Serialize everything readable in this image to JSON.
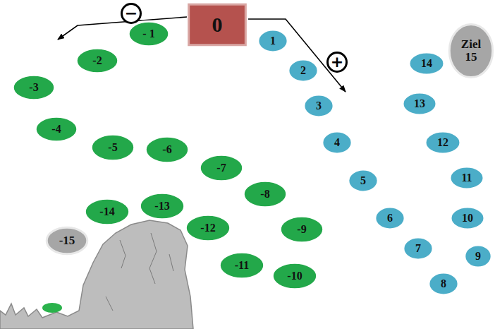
{
  "diagram": {
    "nodes": [
      {
        "text": [
          "0"
        ]
      },
      {
        "text": [
          "1"
        ]
      },
      {
        "text": [
          "2"
        ]
      },
      {
        "text": [
          "3"
        ]
      },
      {
        "text": [
          "4"
        ]
      },
      {
        "text": [
          "5"
        ]
      },
      {
        "text": [
          "6"
        ]
      },
      {
        "text": [
          "7"
        ]
      },
      {
        "text": [
          "8"
        ]
      },
      {
        "text": [
          "9"
        ]
      },
      {
        "text": [
          "10"
        ]
      },
      {
        "text": [
          "11"
        ]
      },
      {
        "text": [
          "12"
        ]
      },
      {
        "text": [
          "13"
        ]
      },
      {
        "text": [
          "14"
        ]
      },
      {
        "text": [
          "Ziel 15"
        ]
      },
      {
        "text": [
          "- 1"
        ]
      },
      {
        "text": [
          "-2"
        ]
      },
      {
        "text": [
          "-3"
        ]
      },
      {
        "text": [
          "-4"
        ]
      },
      {
        "text": [
          "-5"
        ]
      },
      {
        "text": [
          "-6"
        ]
      },
      {
        "text": [
          "-7"
        ]
      },
      {
        "text": [
          "-8"
        ]
      },
      {
        "text": [
          "-9"
        ]
      },
      {
        "text": [
          "-10"
        ]
      },
      {
        "text": [
          "-11"
        ]
      },
      {
        "text": [
          "-12"
        ]
      },
      {
        "text": [
          "-13"
        ]
      },
      {
        "text": [
          "-14"
        ]
      },
      {
        "text": [
          "-15"
        ]
      }
    ],
    "labels": [
      "−",
      "+"
    ]
  }
}
